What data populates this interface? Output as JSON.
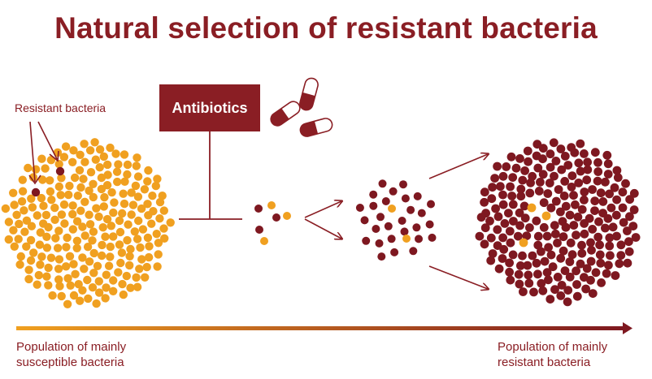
{
  "title": "Natural selection of resistant bacteria",
  "resistant_label": "Resistant bacteria",
  "antibiotics_label": "Antibiotics",
  "caption_left": [
    "Population of mainly",
    "susceptible bacteria"
  ],
  "caption_right": [
    "Population of mainly",
    "resistant bacteria"
  ],
  "colors": {
    "susceptible": "#f0a020",
    "resistant": "#7e1820",
    "accent": "#8a1e24",
    "gradient_start": "#f0a020",
    "gradient_end": "#7e1820"
  },
  "populations": [
    {
      "name": "initial-population",
      "susceptible": 238,
      "resistant": 2
    },
    {
      "name": "survivors",
      "susceptible": 2,
      "resistant": 3
    },
    {
      "name": "growing-population",
      "susceptible": 2,
      "resistant": 28
    },
    {
      "name": "resistant-population",
      "susceptible": 3,
      "resistant": 230
    }
  ],
  "icons": [
    "arrow-icon",
    "capsule-icon",
    "capsule-icon",
    "capsule-icon"
  ]
}
